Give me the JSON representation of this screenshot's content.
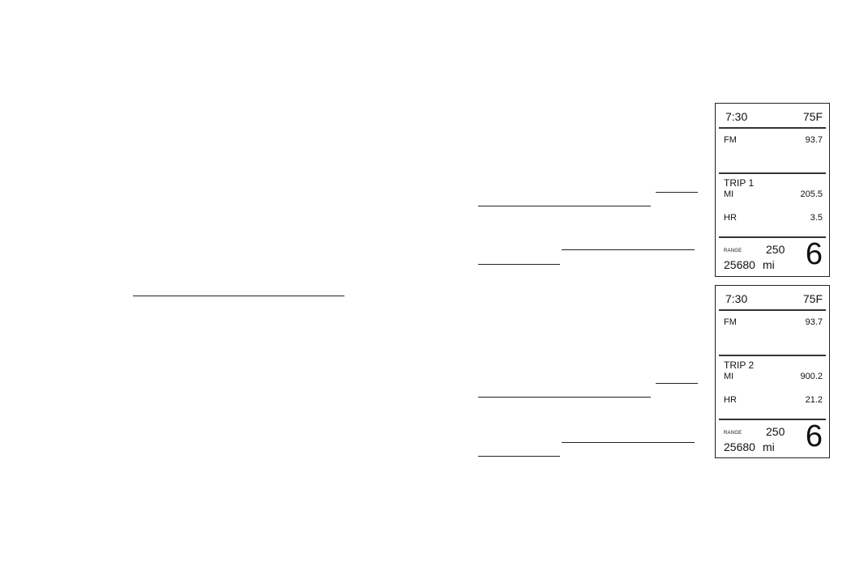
{
  "panels": [
    {
      "time": "7:30",
      "temp": "75F",
      "fm_label": "FM",
      "fm_value": "93.7",
      "trip_label": "TRIP 1",
      "mi_label": "MI",
      "mi_value": "205.5",
      "hr_label": "HR",
      "hr_value": "3.5",
      "range_label": "RANGE",
      "range_value": "250",
      "odometer": "25680",
      "odometer_unit": "mi",
      "gear": "6"
    },
    {
      "time": "7:30",
      "temp": "75F",
      "fm_label": "FM",
      "fm_value": "93.7",
      "trip_label": "TRIP 2",
      "mi_label": "MI",
      "mi_value": "900.2",
      "hr_label": "HR",
      "hr_value": "21.2",
      "range_label": "RANGE",
      "range_value": "250",
      "odometer": "25680",
      "odometer_unit": "mi",
      "gear": "6"
    }
  ]
}
